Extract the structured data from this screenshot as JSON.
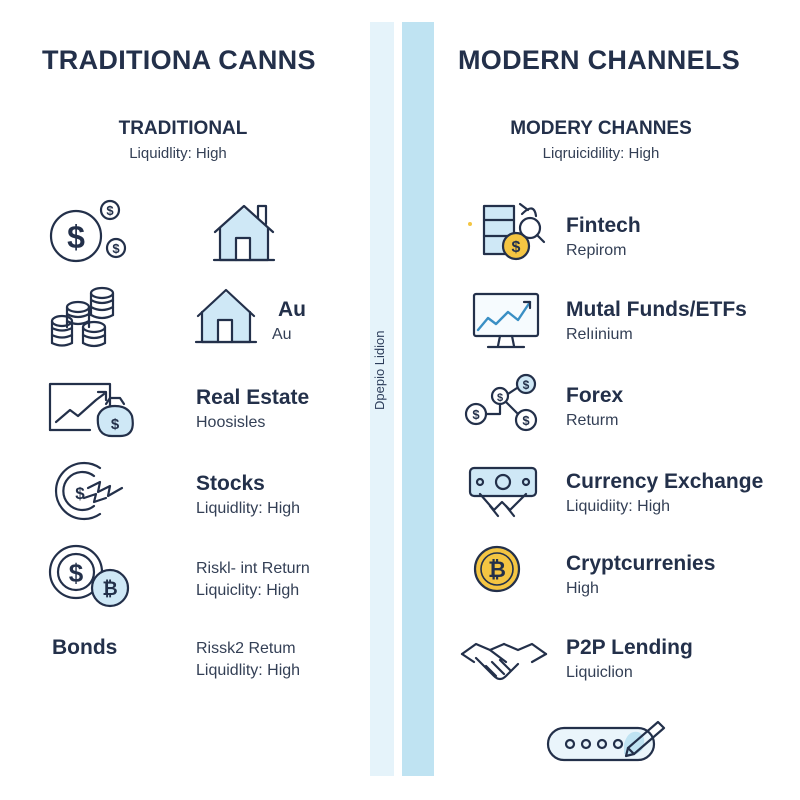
{
  "left": {
    "title": "TRADITIONA CANNS",
    "subtitle": "TRADITIONAL",
    "subtitle_line": "Liquidlity: High",
    "items": [
      {
        "label": "",
        "desc": ""
      },
      {
        "label": "Au",
        "desc": "Au"
      },
      {
        "label": "Real Estate",
        "desc": "Hoosisles"
      },
      {
        "label": "Stocks",
        "desc": "Liquidlity: High"
      },
      {
        "label": "",
        "desc": "Riskl- int Return",
        "desc2": "Liquiclity: High"
      },
      {
        "label": "Bonds",
        "desc": "Rissk2 Retum",
        "desc2": "Liquidlity: High"
      }
    ]
  },
  "divider": {
    "label": "Dpepio Lidion"
  },
  "right": {
    "title": "MODERN CHANNELS",
    "subtitle": "MODERY CHANNES",
    "subtitle_line": "Liqruicidility: High",
    "items": [
      {
        "label": "Fintech",
        "desc": "Repirom"
      },
      {
        "label": "Mutal Funds/ETFs",
        "desc": "Relıinium"
      },
      {
        "label": "Forex",
        "desc": "Returm"
      },
      {
        "label": "Currency Exchange",
        "desc": "Liquidiity: High"
      },
      {
        "label": "Cryptcurrenies",
        "desc": "High"
      },
      {
        "label": "P2P Lending",
        "desc": "Liquiclion"
      }
    ]
  },
  "colors": {
    "navy": "#23304a",
    "light_blue": "#cfe8f6",
    "bar_light": "#e5f3fa",
    "bar_mid": "#bfe3f2",
    "gold": "#f4c542"
  },
  "icons": {
    "left": [
      "dollar-coins-icon",
      "house-icon",
      "coin-stack-icon",
      "house-icon",
      "chart-money-bag-icon",
      "currency-cycle-icon",
      "dollar-bitcoin-icon"
    ],
    "right": [
      "fintech-devices-icon",
      "monitor-chart-icon",
      "currency-network-icon",
      "exchange-handshake-icon",
      "bitcoin-icon",
      "handshake-icon",
      "card-pen-icon"
    ]
  }
}
